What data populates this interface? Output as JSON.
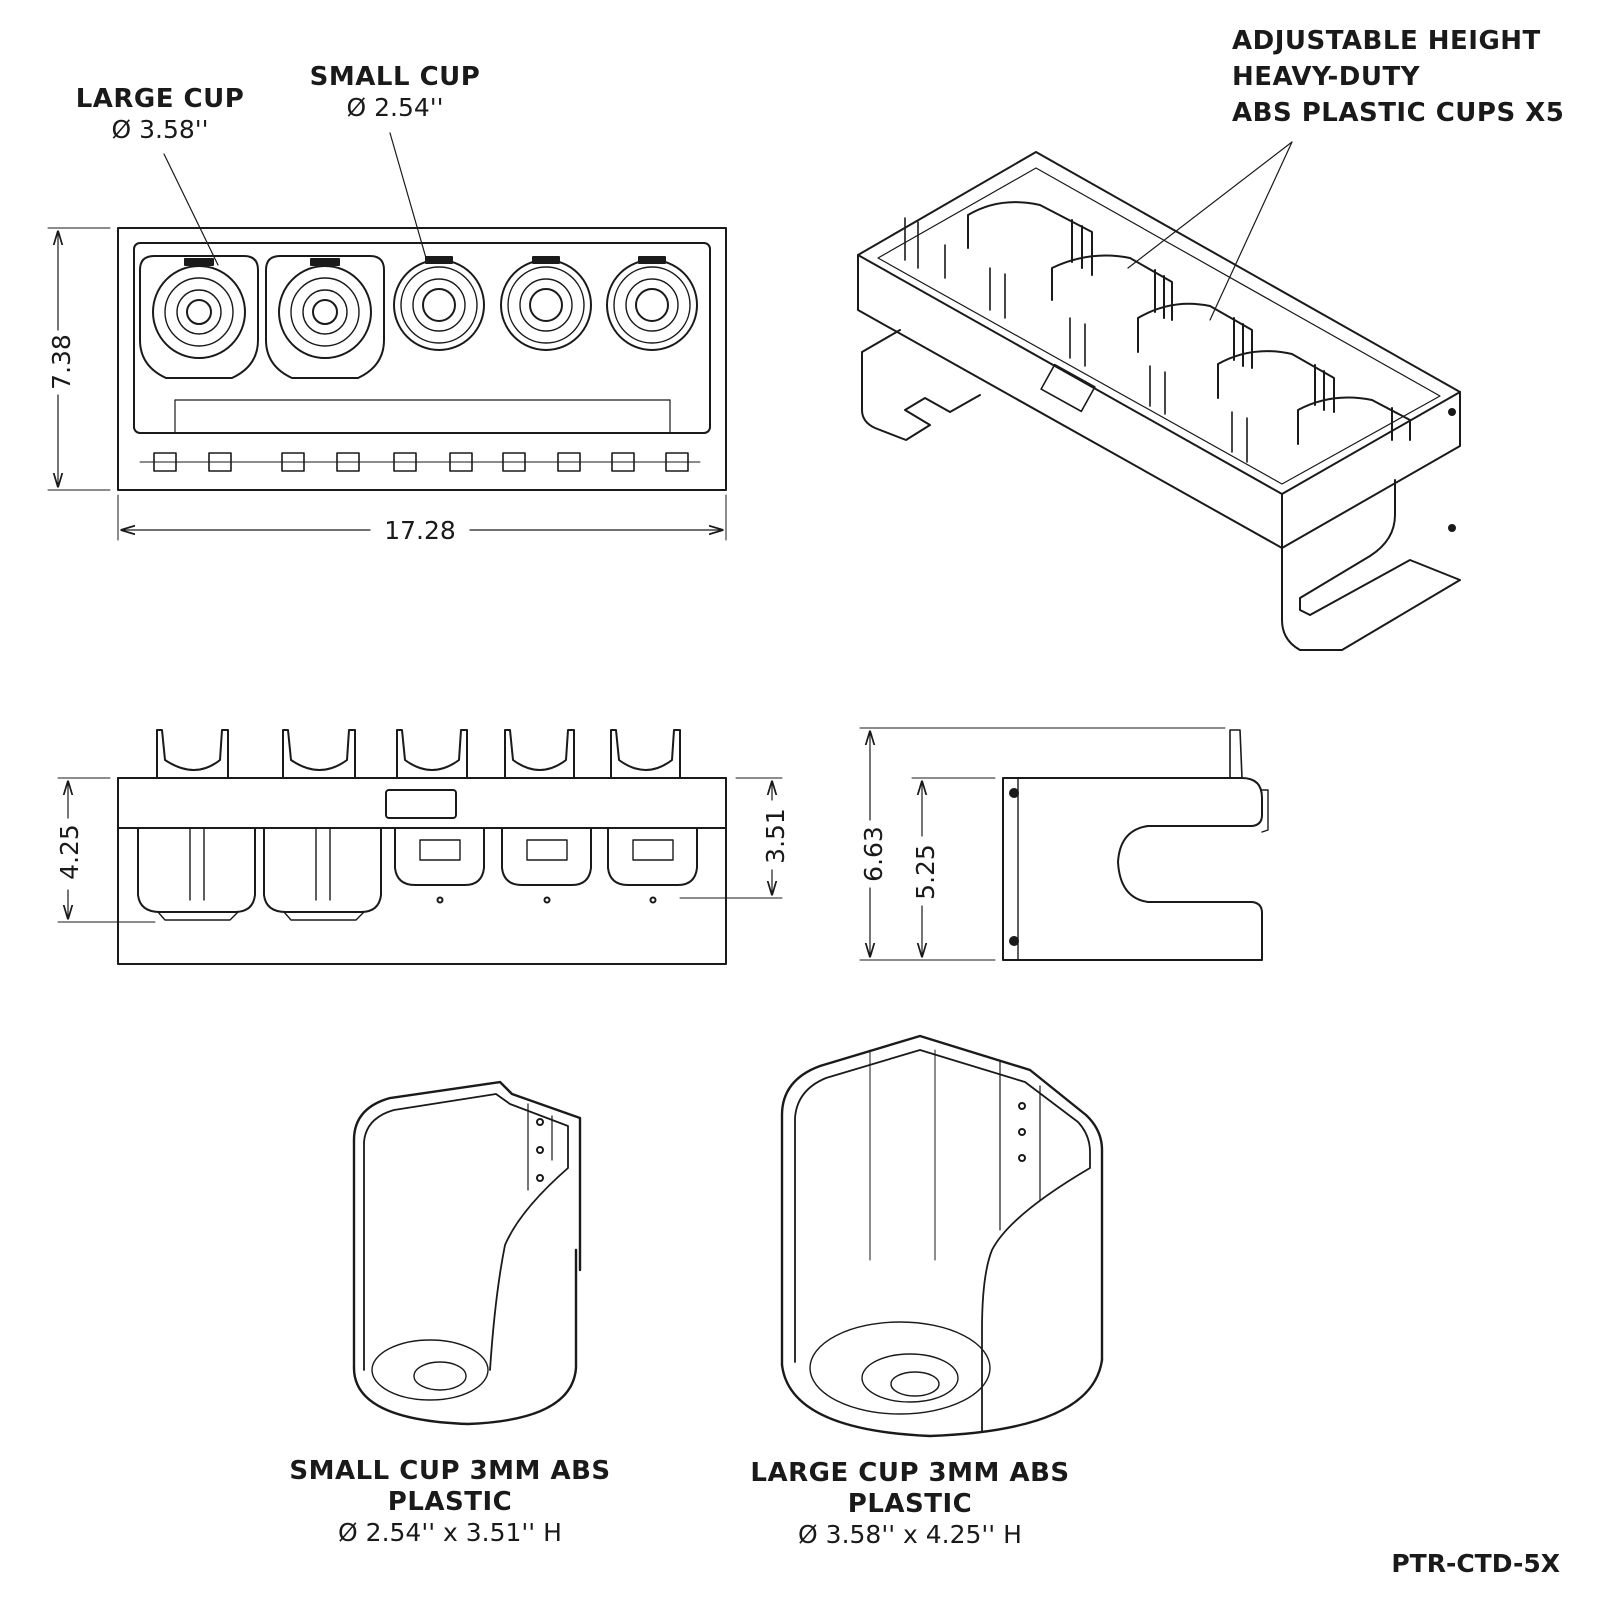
{
  "callouts": {
    "large_cup": {
      "title": "LARGE CUP",
      "diameter": "Ø 3.58''"
    },
    "small_cup": {
      "title": "SMALL CUP",
      "diameter": "Ø 2.54''"
    },
    "feature": [
      "ADJUSTABLE HEIGHT",
      "HEAVY-DUTY",
      "ABS PLASTIC CUPS X5"
    ]
  },
  "dimensions": {
    "top_width": "17.28",
    "top_height": "7.38",
    "front_height": "4.25",
    "small_cup_height": "3.51",
    "side_total_height": "6.63",
    "side_body_height": "5.25"
  },
  "details": {
    "small": {
      "title": "SMALL CUP 3MM ABS PLASTIC",
      "spec": "Ø 2.54'' x 3.51'' H"
    },
    "large": {
      "title": "LARGE CUP 3MM ABS PLASTIC",
      "spec": "Ø 3.58'' x 4.25'' H"
    }
  },
  "part_number": "PTR-CTD-5X"
}
